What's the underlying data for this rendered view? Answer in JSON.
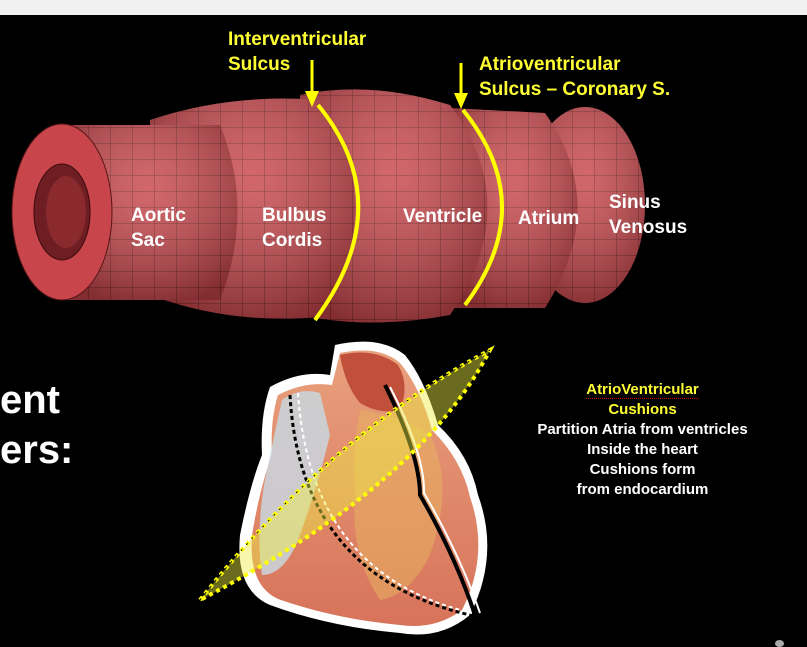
{
  "labels": {
    "interventricular_line1": "Interventricular",
    "interventricular_line2": "Sulcus",
    "atrioventricular_line1": "Atrioventricular",
    "atrioventricular_line2": "Sulcus – Coronary S.",
    "aortic_sac_line1": "Aortic",
    "aortic_sac_line2": "Sac",
    "bulbus_line1": "Bulbus",
    "bulbus_line2": "Cordis",
    "ventricle": "Ventricle",
    "atrium": "Atrium",
    "sinus_line1": "Sinus",
    "sinus_line2": "Venosus"
  },
  "left_text": {
    "line1": "ent",
    "line2": "ers:"
  },
  "notes": {
    "title_line1": "AtrioVentricular",
    "title_line2": "Cushions",
    "line3": "Partition Atria from ventricles",
    "line4": "Inside the heart",
    "line5": "Cushions form",
    "line6": "from endocardium"
  },
  "colors": {
    "tube": "#c8464b",
    "tube_dark": "#8e2a2e",
    "tube_light": "#e06a6e",
    "sulcus_line": "#ffff00",
    "label_white": "#ffffff",
    "label_yellow": "#ffff33"
  }
}
